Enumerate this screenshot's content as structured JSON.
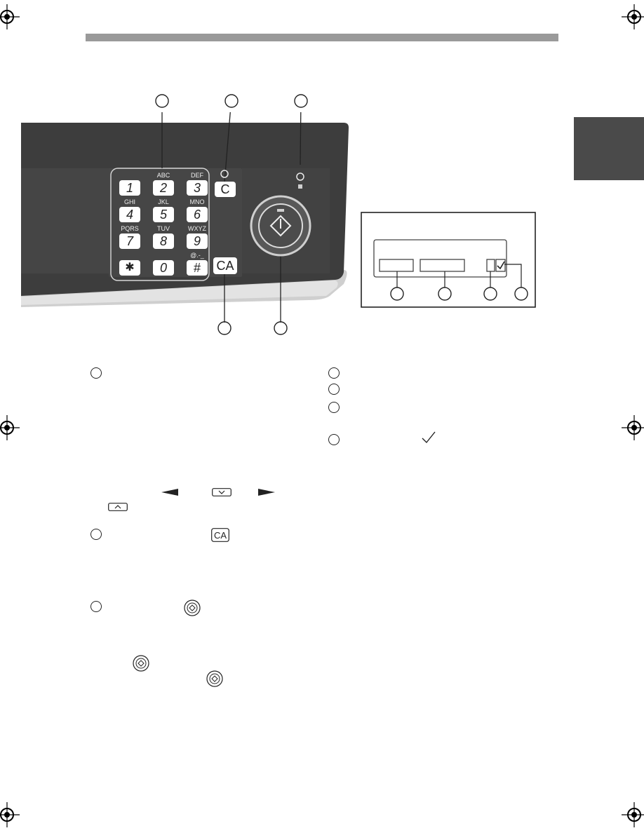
{
  "page": {
    "accent_bar_color": "#9a9a9a",
    "side_tab_color": "#4a4a4a"
  },
  "panel": {
    "keypad": {
      "keys": [
        {
          "digit": "1",
          "letters": ""
        },
        {
          "digit": "2",
          "letters": "ABC"
        },
        {
          "digit": "3",
          "letters": "DEF"
        },
        {
          "digit": "4",
          "letters": "GHI"
        },
        {
          "digit": "5",
          "letters": "JKL"
        },
        {
          "digit": "6",
          "letters": "MNO"
        },
        {
          "digit": "7",
          "letters": "PQRS"
        },
        {
          "digit": "8",
          "letters": "TUV"
        },
        {
          "digit": "9",
          "letters": "WXYZ"
        },
        {
          "digit": "✱",
          "letters": ""
        },
        {
          "digit": "0",
          "letters": ""
        },
        {
          "digit": "#",
          "letters": "@.-_"
        }
      ]
    },
    "clear_key_label": "C",
    "clear_all_key_label": "CA",
    "panel_colors": {
      "dark": "#3c3c3c",
      "mid": "#4a4a4a",
      "light": "#d4d4d4",
      "edge": "#bdbdbd"
    }
  },
  "icons": {
    "stop": "stop-icon",
    "power_save": "power-save-icon",
    "start": "start-diamond-icon",
    "check": "check-mark-icon",
    "arrow_left": "left-arrow-icon",
    "arrow_right": "right-arrow-icon",
    "arrow_down": "down-arrow-key-icon",
    "arrow_up": "up-arrow-key-icon"
  }
}
